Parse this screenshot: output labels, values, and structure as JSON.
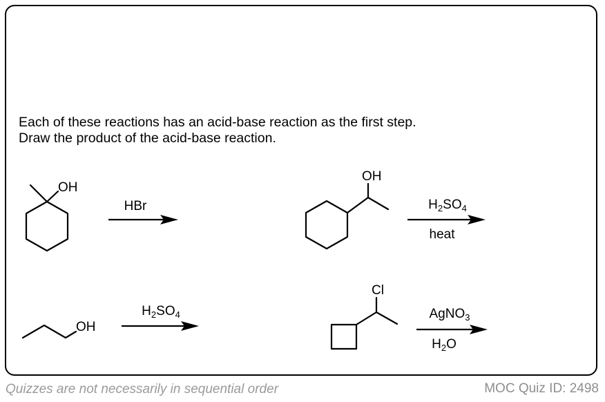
{
  "prompt": {
    "line1": "Each of these reactions has an acid-base reaction as the first step.",
    "line2": "Draw the product of the acid-base reaction."
  },
  "reactions": [
    {
      "reactant_labels": [
        "OH"
      ],
      "reagent_top": "HBr",
      "reagent_bottom": ""
    },
    {
      "reactant_labels": [
        "OH"
      ],
      "reagent_top": {
        "a": "H",
        "sub1": "2",
        "b": "SO",
        "sub2": "4"
      },
      "reagent_bottom": "heat"
    },
    {
      "reactant_labels": [
        "OH"
      ],
      "reagent_top": {
        "a": "H",
        "sub1": "2",
        "b": "SO",
        "sub2": "4"
      },
      "reagent_bottom": ""
    },
    {
      "reactant_labels": [
        "Cl"
      ],
      "reagent_top": {
        "a": "AgNO",
        "sub1": "3"
      },
      "reagent_bottom": {
        "a": "H",
        "sub1": "2",
        "b": "O"
      }
    }
  ],
  "footer": {
    "left": "Quizzes are not necessarily in sequential order",
    "right": "MOC Quiz ID: 2498"
  }
}
